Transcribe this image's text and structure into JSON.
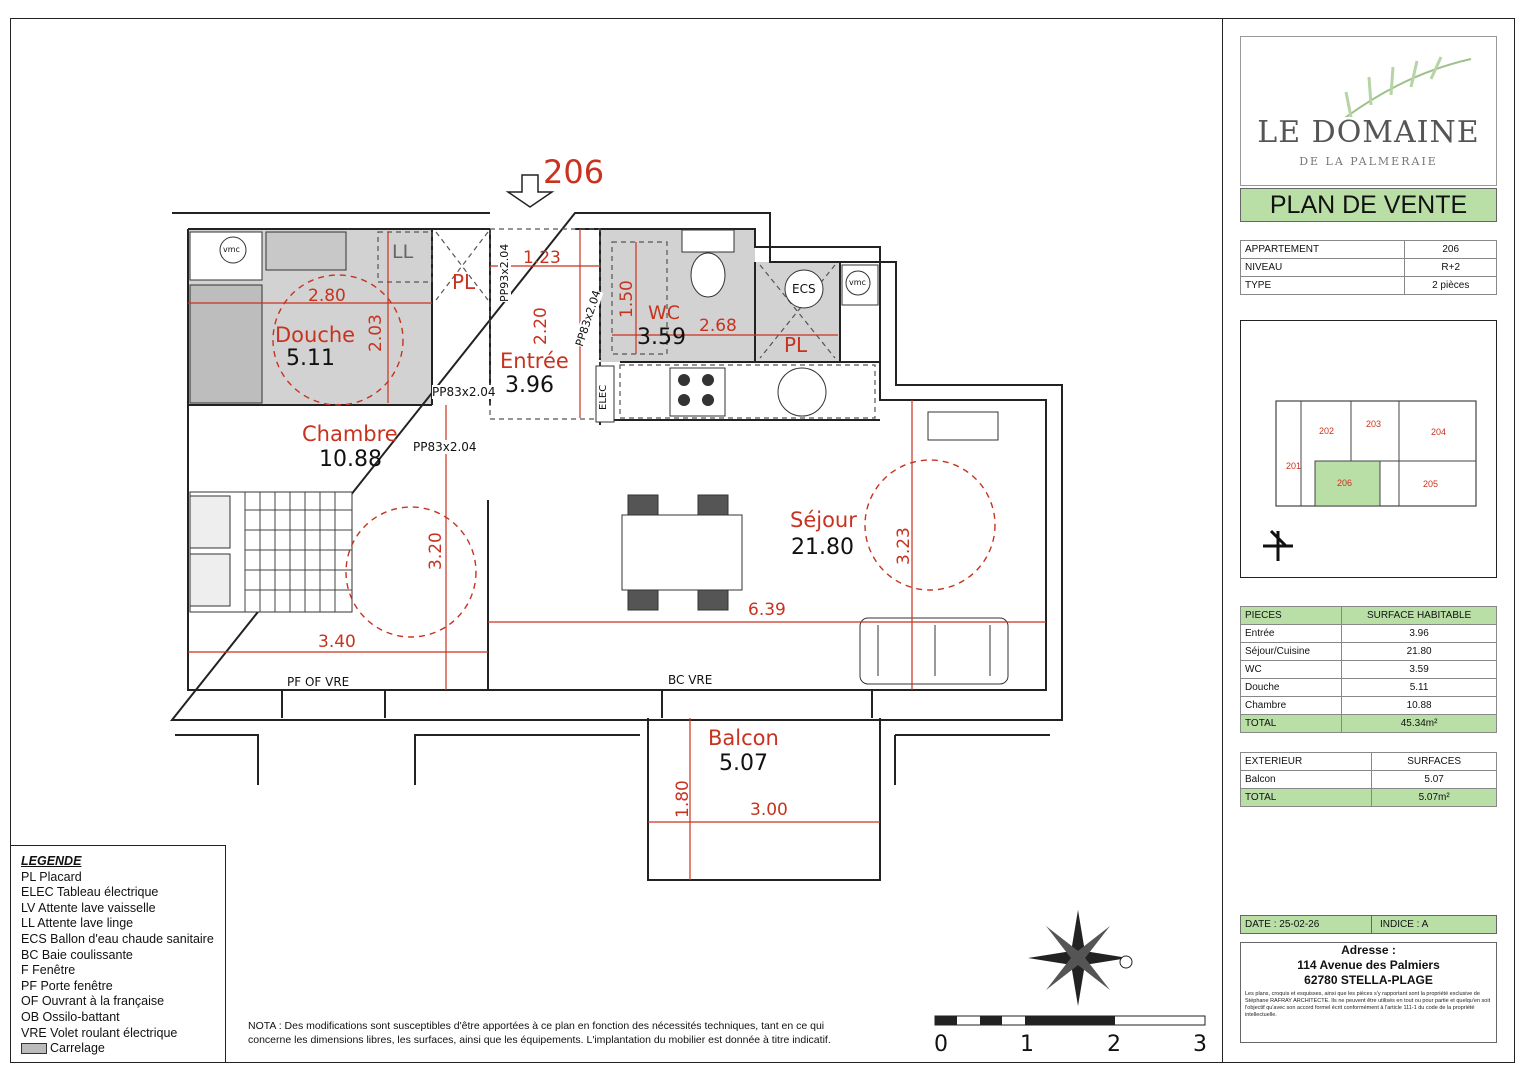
{
  "plan": {
    "apartment_number": "206",
    "rooms": [
      {
        "id": "douche",
        "label": "Douche",
        "area": "5.11"
      },
      {
        "id": "entree",
        "label": "Entrée",
        "area": "3.96"
      },
      {
        "id": "wc",
        "label": "WC",
        "area": "3.59"
      },
      {
        "id": "chambre",
        "label": "Chambre",
        "area": "10.88"
      },
      {
        "id": "sejour",
        "label": "Séjour",
        "area": "21.80"
      },
      {
        "id": "balcon",
        "label": "Balcon",
        "area": "5.07"
      }
    ],
    "storage_labels": [
      "PL",
      "PL"
    ],
    "fixture_labels": {
      "ll": "LL",
      "vmc": "vmc",
      "ecs": "ECS",
      "elec": "ELEC"
    },
    "dimensions": [
      "2.80",
      "2.03",
      "1.23",
      "2.20",
      "1.50",
      "2.68",
      "3.20",
      "3.40",
      "6.39",
      "3.23",
      "1.80",
      "3.00"
    ],
    "doors": [
      "PP93x2.04",
      "PP83x2.04",
      "PP83x2.04",
      "PP83x2.04"
    ],
    "windows": [
      "PF OF VRE",
      "BC VRE"
    ]
  },
  "legend": {
    "title": "LEGENDE",
    "items": [
      "PL Placard",
      "ELEC Tableau électrique",
      "LV Attente lave vaisselle",
      "LL Attente lave linge",
      "ECS Ballon d'eau chaude sanitaire",
      "BC Baie coulissante",
      "F Fenêtre",
      "PF Porte fenêtre",
      "OF Ouvrant à la française",
      "OB Ossilo-battant",
      "VRE Volet roulant électrique"
    ],
    "tile_item": "Carrelage"
  },
  "nota": "NOTA : Des modifications sont susceptibles d'être apportées à ce plan en fonction des nécessités techniques, tant en ce qui concerne les dimensions libres, les surfaces, ainsi que les équipements. L'implantation du mobilier est donnée à titre indicatif.",
  "scale": {
    "marks": [
      "0",
      "1",
      "2",
      "3"
    ]
  },
  "sidebar": {
    "logo_title": "LE DOMAINE",
    "logo_subtitle": "DE LA PALMERAIE",
    "heading": "PLAN DE VENTE",
    "info": [
      {
        "k": "APPARTEMENT",
        "v": "206"
      },
      {
        "k": "NIVEAU",
        "v": "R+2"
      },
      {
        "k": "TYPE",
        "v": "2 pièces"
      }
    ],
    "keyplan_labels": [
      "202",
      "203",
      "204",
      "201",
      "206",
      "205"
    ],
    "pieces_header": {
      "k": "PIECES",
      "v": "SURFACE HABITABLE"
    },
    "pieces": [
      {
        "k": "Entrée",
        "v": "3.96"
      },
      {
        "k": "Séjour/Cuisine",
        "v": "21.80"
      },
      {
        "k": "WC",
        "v": "3.59"
      },
      {
        "k": "Douche",
        "v": "5.11"
      },
      {
        "k": "Chambre",
        "v": "10.88"
      }
    ],
    "pieces_total": {
      "k": "TOTAL",
      "v": "45.34m²"
    },
    "ext_header": {
      "k": "EXTERIEUR",
      "v": "SURFACES"
    },
    "ext": [
      {
        "k": "Balcon",
        "v": "5.07"
      }
    ],
    "ext_total": {
      "k": "TOTAL",
      "v": "5.07m²"
    },
    "date": "DATE : 25-02-26",
    "indice": "INDICE : A",
    "address_title": "Adresse :",
    "address_line1": "114 Avenue des Palmiers",
    "address_line2": "62780 STELLA-PLAGE",
    "disclaimer": "Les plans, croquis et esquisses, ainsi que les pièces s'y rapportant sont la propriété exclusive de Stéphane RAFRAY ARCHITECTE. Ils ne peuvent être utilisés en tout ou pour partie et quelqu'en soit l'objectif qu'avec son accord formel écrit conformément à l'article 111-1 du code de la propriété intellectuelle."
  }
}
